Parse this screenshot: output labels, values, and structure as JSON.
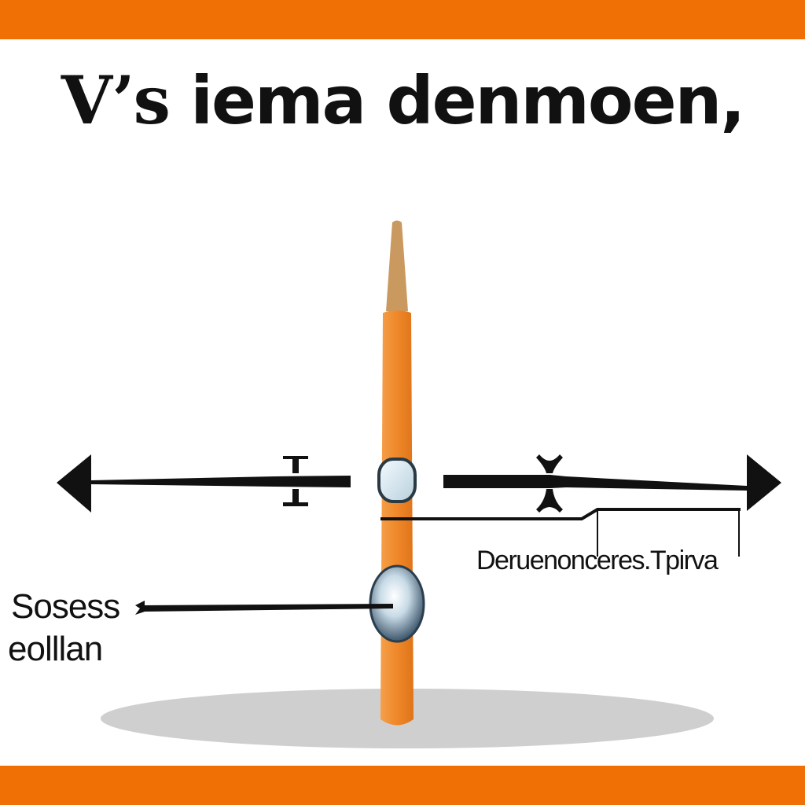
{
  "title": {
    "first": "V’s",
    "rest": "iema denmoen,"
  },
  "labels": {
    "right_callout": "Deruenonceres.Tpirva",
    "left_callout_line1": "Sosess",
    "left_callout_line2": "eolllan"
  },
  "colors": {
    "band": "#f07005",
    "rod_orange": "#f28a2a",
    "rod_tip": "#c9995f",
    "ink": "#111111",
    "shadow": "#cfcfcf",
    "lens": "#a9c4d6"
  }
}
